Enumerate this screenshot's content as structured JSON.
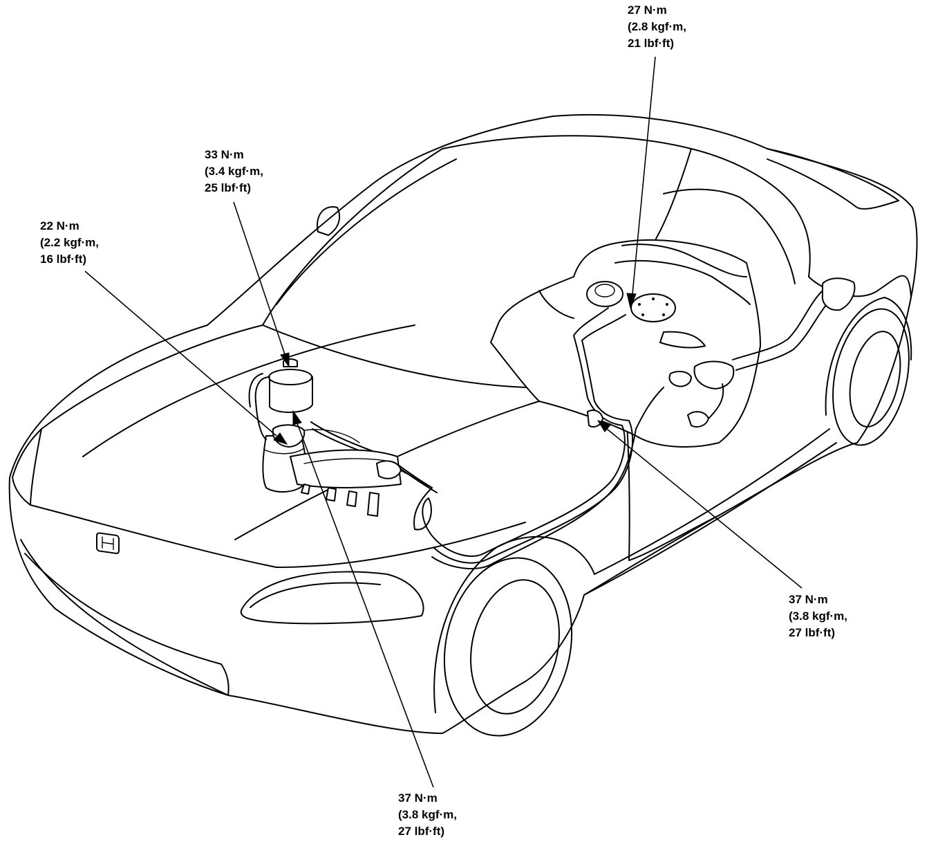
{
  "callouts": [
    {
      "id": "torque-27-fuel-pump",
      "lines": [
        "27 N·m",
        "(2.8 kgf·m,",
        "21 lbf·ft)"
      ]
    },
    {
      "id": "torque-33-fuel-filter",
      "lines": [
        "33 N·m",
        "(3.4 kgf·m,",
        "25 lbf·ft)"
      ]
    },
    {
      "id": "torque-22-pressure-regulator",
      "lines": [
        "22 N·m",
        "(2.2 kgf·m,",
        "16 lbf·ft)"
      ]
    },
    {
      "id": "torque-37-rear-joint",
      "lines": [
        "37 N·m",
        "(3.8 kgf·m,",
        "27 lbf·ft)"
      ]
    },
    {
      "id": "torque-37-front-joint",
      "lines": [
        "37 N·m",
        "(3.8 kgf·m,",
        "27 lbf·ft)"
      ]
    }
  ],
  "colors": {
    "ink": "#000000",
    "paper": "#ffffff"
  },
  "icons": [
    "honda-logo-icon"
  ]
}
